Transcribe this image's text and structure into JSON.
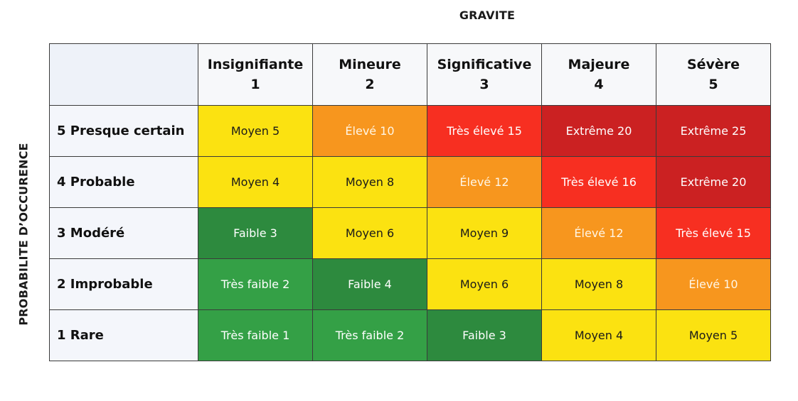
{
  "axis_x_label": "GRAVITE",
  "axis_y_label": "PROBABILITE D’OCCURENCE",
  "columns": [
    {
      "name": "Insignifiante",
      "score": "1"
    },
    {
      "name": "Mineure",
      "score": "2"
    },
    {
      "name": "Significative",
      "score": "3"
    },
    {
      "name": "Majeure",
      "score": "4"
    },
    {
      "name": "Sévère",
      "score": "5"
    }
  ],
  "rows": [
    {
      "label": "5 Presque certain",
      "cells": [
        {
          "text": "Moyen 5",
          "level": "moyen"
        },
        {
          "text": "Élevé 10",
          "level": "eleve"
        },
        {
          "text": "Très élevé 15",
          "level": "tres-eleve"
        },
        {
          "text": "Extrême 20",
          "level": "extreme"
        },
        {
          "text": "Extrême 25",
          "level": "extreme"
        }
      ]
    },
    {
      "label": "4 Probable",
      "cells": [
        {
          "text": "Moyen 4",
          "level": "moyen"
        },
        {
          "text": "Moyen 8",
          "level": "moyen"
        },
        {
          "text": "Élevé 12",
          "level": "eleve"
        },
        {
          "text": "Très élevé 16",
          "level": "tres-eleve"
        },
        {
          "text": "Extrême 20",
          "level": "extreme"
        }
      ]
    },
    {
      "label": "3 Modéré",
      "cells": [
        {
          "text": "Faible 3",
          "level": "faible"
        },
        {
          "text": "Moyen 6",
          "level": "moyen"
        },
        {
          "text": "Moyen 9",
          "level": "moyen"
        },
        {
          "text": "Élevé 12",
          "level": "eleve"
        },
        {
          "text": "Très élevé 15",
          "level": "tres-eleve"
        }
      ]
    },
    {
      "label": "2 Improbable",
      "cells": [
        {
          "text": "Très faible 2",
          "level": "tres-faible"
        },
        {
          "text": "Faible 4",
          "level": "faible"
        },
        {
          "text": "Moyen 6",
          "level": "moyen"
        },
        {
          "text": "Moyen 8",
          "level": "moyen"
        },
        {
          "text": "Élevé 10",
          "level": "eleve"
        }
      ]
    },
    {
      "label": "1 Rare",
      "cells": [
        {
          "text": "Très faible 1",
          "level": "tres-faible"
        },
        {
          "text": "Très faible 2",
          "level": "tres-faible"
        },
        {
          "text": "Faible 3",
          "level": "faible"
        },
        {
          "text": "Moyen 4",
          "level": "moyen"
        },
        {
          "text": "Moyen 5",
          "level": "moyen"
        }
      ]
    }
  ],
  "level_colors": {
    "tres-faible": "#34a046",
    "faible": "#2d8a3e",
    "moyen": "#fbe211",
    "eleve": "#f7961e",
    "tres-eleve": "#f72f21",
    "extreme": "#cb2122"
  }
}
